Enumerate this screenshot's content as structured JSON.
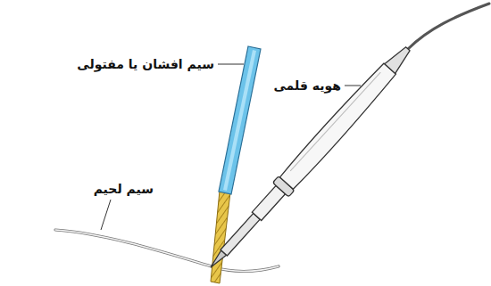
{
  "diagram": {
    "labels": [
      "سیم افشان یا مفتولی",
      "هویه قلمی",
      "سیم لحیم"
    ]
  }
}
